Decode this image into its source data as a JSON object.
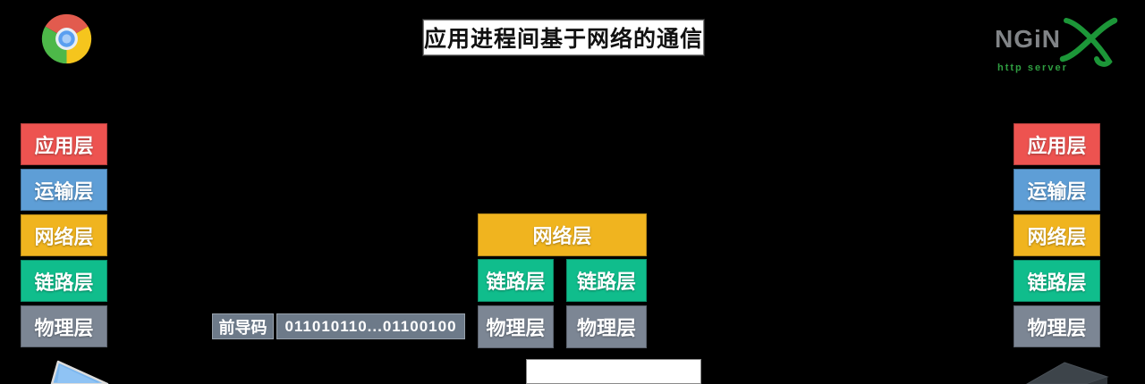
{
  "title": "应用进程间基于网络的通信",
  "logos": {
    "chrome": {
      "name": "chrome-browser-logo"
    },
    "nginx": {
      "text_main": "NGiN",
      "text_x": "X",
      "subtitle": "http server",
      "gray": "#818487",
      "green": "#1c9638"
    }
  },
  "colors": {
    "background": "#000000",
    "application": "#ed5350",
    "transport": "#5e9ed6",
    "network": "#f0b41f",
    "link": "#10bd8c",
    "physical": "#7c8694",
    "preamble": "#6d7a89",
    "panel": "#ffffff"
  },
  "stacks": {
    "left": {
      "layers": [
        {
          "label": "应用层",
          "color": "#ed5350"
        },
        {
          "label": "运输层",
          "color": "#5e9ed6"
        },
        {
          "label": "网络层",
          "color": "#f0b41f"
        },
        {
          "label": "链路层",
          "color": "#10bd8c"
        },
        {
          "label": "物理层",
          "color": "#7c8694"
        }
      ]
    },
    "middle": {
      "network": {
        "label": "网络层",
        "color": "#f0b41f"
      },
      "link_left": {
        "label": "链路层",
        "color": "#10bd8c"
      },
      "link_right": {
        "label": "链路层",
        "color": "#10bd8c"
      },
      "physical_left": {
        "label": "物理层",
        "color": "#7c8694"
      },
      "physical_right": {
        "label": "物理层",
        "color": "#7c8694"
      }
    },
    "right": {
      "layers": [
        {
          "label": "应用层",
          "color": "#ed5350"
        },
        {
          "label": "运输层",
          "color": "#5e9ed6"
        },
        {
          "label": "网络层",
          "color": "#f0b41f"
        },
        {
          "label": "链路层",
          "color": "#10bd8c"
        },
        {
          "label": "物理层",
          "color": "#7c8694"
        }
      ]
    }
  },
  "preamble": {
    "label": "前导码",
    "bits": "011010110...01100100",
    "color": "#6d7a89"
  }
}
